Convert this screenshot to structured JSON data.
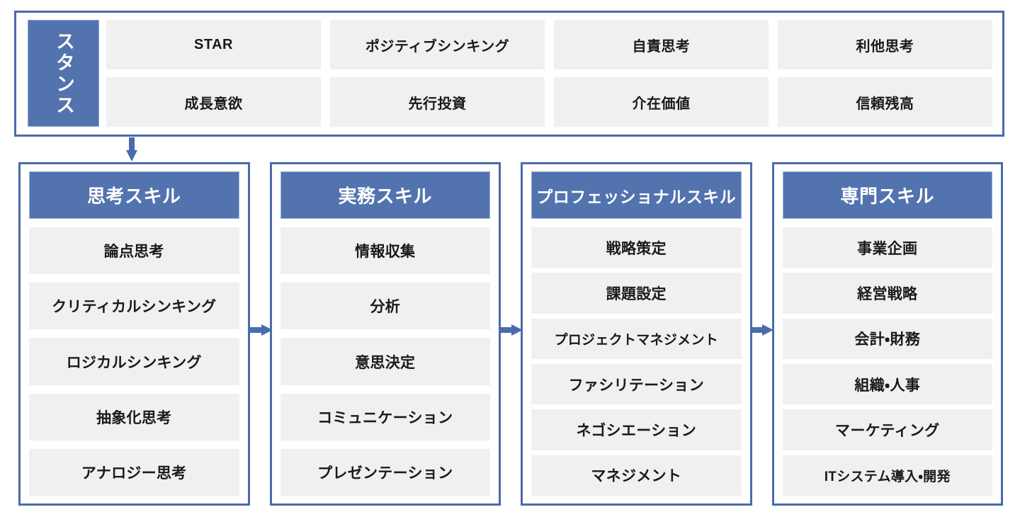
{
  "colors": {
    "accent_blue": "#4a6bad",
    "header_blue": "#5273ae",
    "cell_grey": "#f0f0f0",
    "text_dark": "#1a1a1a",
    "text_light": "#ffffff"
  },
  "stance": {
    "label": "スタンス",
    "items": [
      "STAR",
      "ポジティブシンキング",
      "自責思考",
      "利他思考",
      "成長意欲",
      "先行投資",
      "介在価値",
      "信頼残高"
    ]
  },
  "flow": {
    "down_arrow": "arrow-down-icon",
    "right_arrows": [
      "arrow-right-icon",
      "arrow-right-icon",
      "arrow-right-icon"
    ]
  },
  "columns": [
    {
      "title": "思考スキル",
      "items": [
        "論点思考",
        "クリティカルシンキング",
        "ロジカルシンキング",
        "抽象化思考",
        "アナロジー思考"
      ]
    },
    {
      "title": "実務スキル",
      "items": [
        "情報収集",
        "分析",
        "意思決定",
        "コミュニケーション",
        "プレゼンテーション"
      ]
    },
    {
      "title": "プロフェッショナルスキル",
      "items": [
        "戦略策定",
        "課題設定",
        "プロジェクトマネジメント",
        "ファシリテーション",
        "ネゴシエーション",
        "マネジメント"
      ]
    },
    {
      "title": "専門スキル",
      "items": [
        "事業企画",
        "経営戦略",
        "会計・財務",
        "組織・人事",
        "マーケティング",
        "ITシステム導入・開発"
      ]
    }
  ]
}
